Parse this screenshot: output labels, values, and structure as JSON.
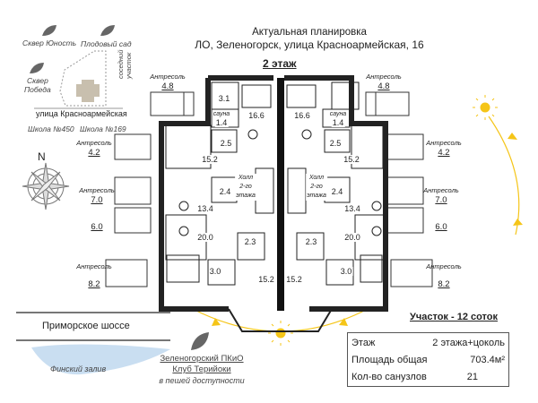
{
  "header": {
    "line1": "Актуальная планировка",
    "line2": "ЛО, Зеленогорск, улица Красноармейская, 16"
  },
  "floor_label": "2 этаж",
  "map": {
    "parks": [
      "Сквер Юность",
      "Плодовый сад"
    ],
    "park3": [
      "Сквер",
      "Победа"
    ],
    "neighbor": "соседний участок",
    "street": "улица Красноармейская",
    "schools": [
      "Школа №450",
      "Школа №169"
    ],
    "compass": "N"
  },
  "mezzanines": {
    "label": "Антресоль",
    "left": [
      "4.8",
      "4.2",
      "7.0",
      "6.0",
      "8.2"
    ],
    "right": [
      "4.8",
      "4.2",
      "7.0",
      "6.0",
      "8.2"
    ]
  },
  "rooms": {
    "left": {
      "wc_top": "3.1",
      "sauna": "сауна",
      "sauna_area": "1.4",
      "living_top": "16.6",
      "bath1": "2.5",
      "room1": "15.2",
      "hall": [
        "Холл",
        "2-го",
        "этажа"
      ],
      "bath2": "2.4",
      "room2": "13.4",
      "room3": "20.0",
      "bath3": "2.3",
      "bath4": "3.0",
      "room4": "15.2"
    },
    "right": {
      "sauna": "сауна",
      "sauna_area": "1.4",
      "living_top": "16.6",
      "bath1": "2.5",
      "room1": "15.2",
      "hall": [
        "Холл",
        "2-го",
        "этажа"
      ],
      "bath2": "2.4",
      "room2": "13.4",
      "room3": "20.0",
      "bath3": "2.3",
      "bath4": "3.0",
      "room4": "15.2"
    }
  },
  "road": "Приморское шоссе",
  "gulf": "Финский залив",
  "nearby": {
    "park": "Зеленогорский ПКиО",
    "club": "Клуб Терийоки",
    "note": "в пешей доступности"
  },
  "plot": "Участок - 12 соток",
  "specs": [
    {
      "label": "Этаж",
      "value": "2 этажа+цоколь"
    },
    {
      "label": "Площадь общая",
      "value": "703.4м²"
    },
    {
      "label": "Кол-во санузлов",
      "value": "21"
    }
  ],
  "colors": {
    "sun": "#f5c518",
    "leaf": "#666666",
    "building": "#c8bfae",
    "water": "#bcd6ee"
  }
}
